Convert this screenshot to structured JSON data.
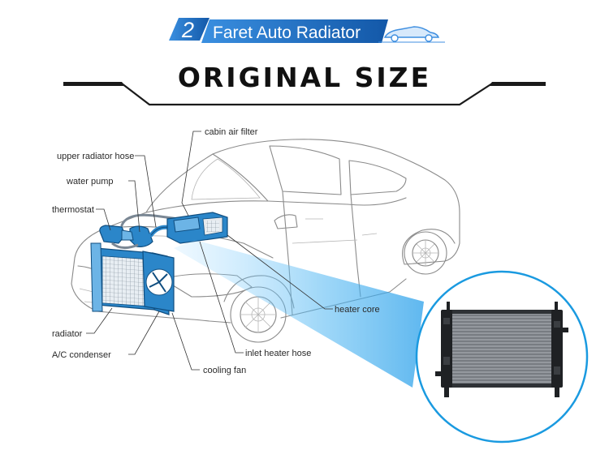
{
  "banner": {
    "number": "2",
    "title": "Faret Auto Radiator",
    "color": "#1f6fc4"
  },
  "heading": {
    "text": "ORIGINAL SIZE"
  },
  "labels": {
    "cabin_air_filter": "cabin air filter",
    "upper_radiator_hose": "upper radiator hose",
    "water_pump": "water pump",
    "thermostat": "thermostat",
    "radiator": "radiator",
    "ac_condenser": "A/C condenser",
    "heater_core": "heater core",
    "inlet_heater_hose": "inlet heater hose",
    "cooling_fan": "cooling fan"
  },
  "colors": {
    "component_blue": "#2b86c9",
    "zoom_circle": "#1a9ae0",
    "car_outline": "#8a8a8a"
  },
  "icons": {
    "banner_car": "sports-car-icon",
    "inset": "radiator-product-photo"
  }
}
